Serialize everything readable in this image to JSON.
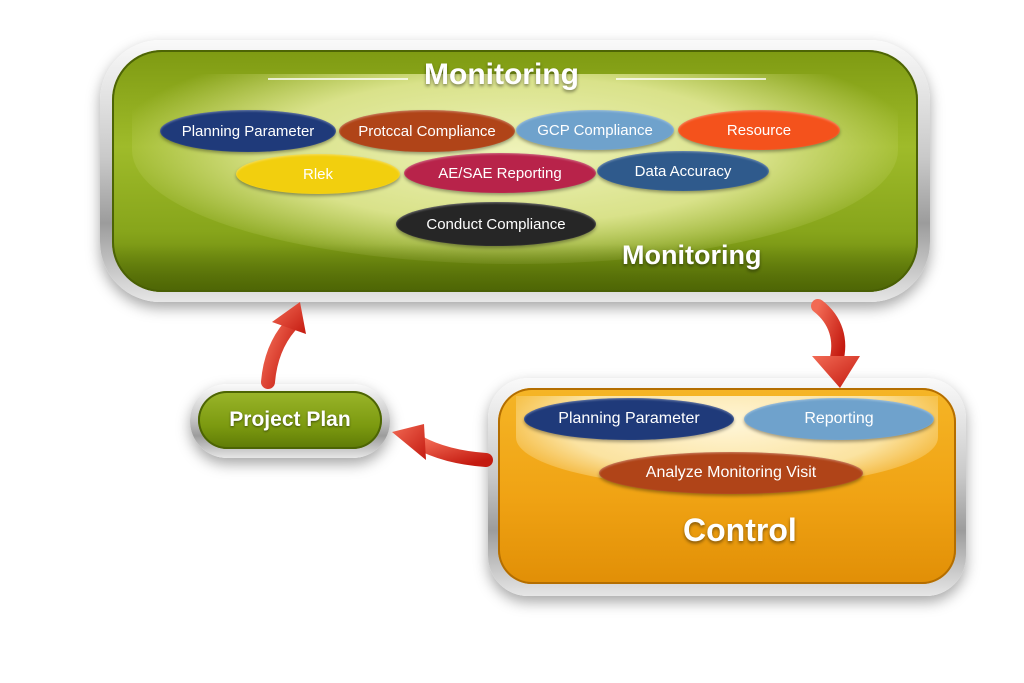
{
  "monitoring": {
    "title": "Monitoring",
    "footer_label": "Monitoring",
    "items": [
      {
        "label": "Planning Parameter",
        "color": "#1f3a7a"
      },
      {
        "label": "Protccal Compliance",
        "color": "#b04418"
      },
      {
        "label": "GCP Compliance",
        "color": "#6fa2cc"
      },
      {
        "label": "Resource",
        "color": "#f4521c"
      },
      {
        "label": "Rlek",
        "color": "#f2cf0e"
      },
      {
        "label": "AE/SAE Reporting",
        "color": "#b8234a"
      },
      {
        "label": "Data Accuracy",
        "color": "#2f5a8c"
      },
      {
        "label": "Conduct Compliance",
        "color": "#262626"
      }
    ]
  },
  "control": {
    "title": "Control",
    "items": [
      {
        "label": "Planning Parameter",
        "color": "#1f3a7a"
      },
      {
        "label": "Reporting",
        "color": "#6fa2cc"
      },
      {
        "label": "Analyze Monitoring Visit",
        "color": "#b04418"
      }
    ]
  },
  "project_plan": {
    "label": "Project Plan"
  },
  "colors": {
    "arrow": "#d9281c",
    "monitoring_panel": "#87a51b",
    "control_panel": "#f0a314"
  }
}
